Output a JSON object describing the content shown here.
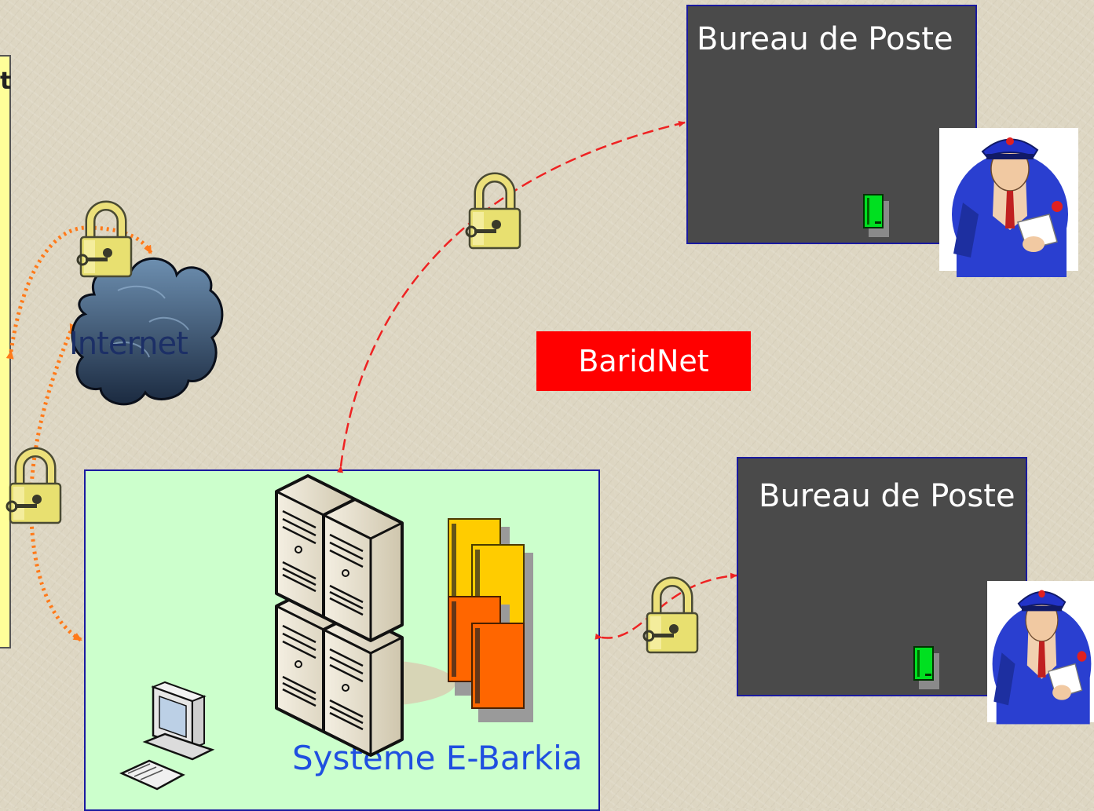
{
  "client": {
    "partial_label": "t"
  },
  "internet": {
    "label": "Internet"
  },
  "network": {
    "label": "BaridNet",
    "color": "#ff0000"
  },
  "offices": [
    {
      "title": "Bureau de Poste"
    },
    {
      "title": "Bureau de Poste"
    }
  ],
  "system": {
    "label": "Système E-Barkia",
    "color": "#ccffcc"
  },
  "colors": {
    "secure_link": "#ee2222",
    "internet_link": "#ff7a1a",
    "office_fill": "#4a4a4a",
    "lock_body": "#e8e070"
  },
  "icons": [
    "padlock-icon",
    "cloud-icon",
    "server-icon",
    "document-icon",
    "desktop-computer-icon",
    "postman-icon",
    "card-icon"
  ]
}
